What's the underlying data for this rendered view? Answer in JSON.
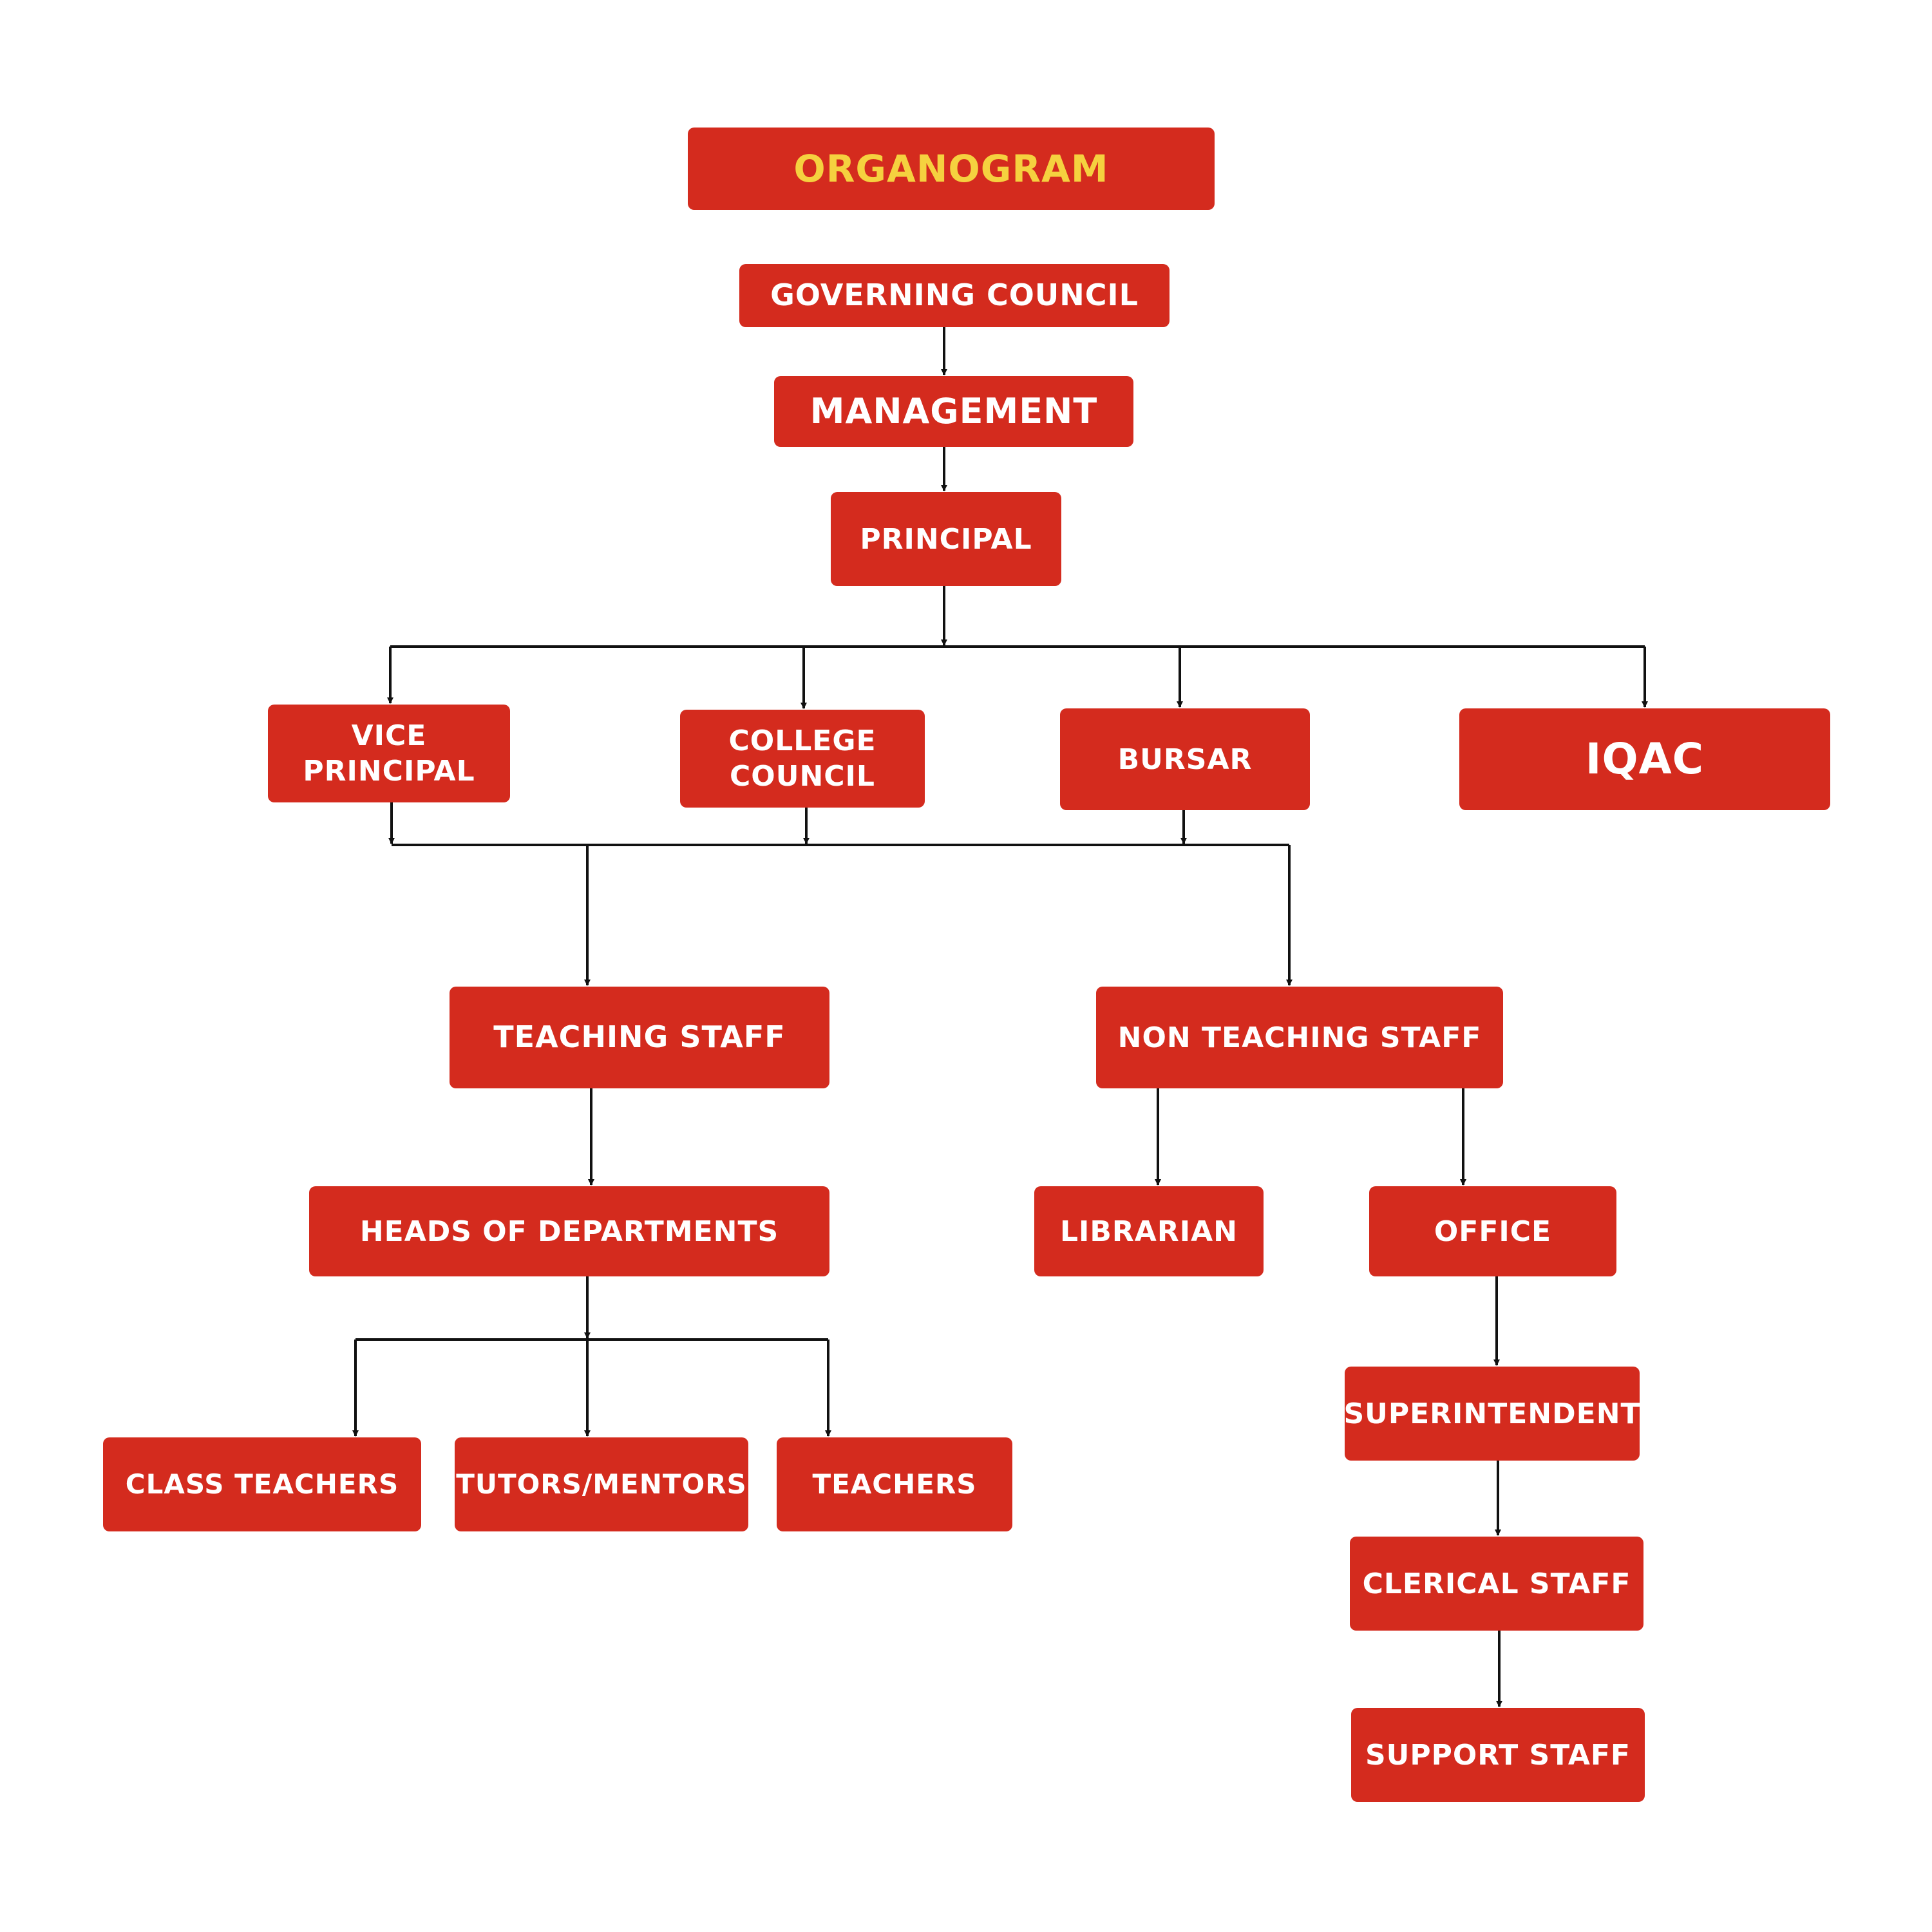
{
  "colors": {
    "box_fill": "#d42b1e",
    "box_text": "#ffffff",
    "title_text": "#f5d13f",
    "connector": "#111111"
  },
  "title": "ORGANOGRAM",
  "nodes": {
    "governing_council": "GOVERNING COUNCIL",
    "management": "MANAGEMENT",
    "principal": "PRINCIPAL",
    "vice_principal": [
      "VICE",
      "PRINCIPAL"
    ],
    "college_council": [
      "COLLEGE",
      "COUNCIL"
    ],
    "bursar": "BURSAR",
    "iqac": "IQAC",
    "teaching_staff": "TEACHING STAFF",
    "non_teaching_staff": "NON TEACHING STAFF",
    "heads_of_departments": "HEADS OF DEPARTMENTS",
    "librarian": "LIBRARIAN",
    "office": "OFFICE",
    "superintendent": "SUPERINTENDENT",
    "clerical_staff": "CLERICAL STAFF",
    "support_staff": "SUPPORT STAFF",
    "class_teachers": "CLASS TEACHERS",
    "tutors_mentors": "TUTORS/MENTORS",
    "teachers": "TEACHERS"
  }
}
